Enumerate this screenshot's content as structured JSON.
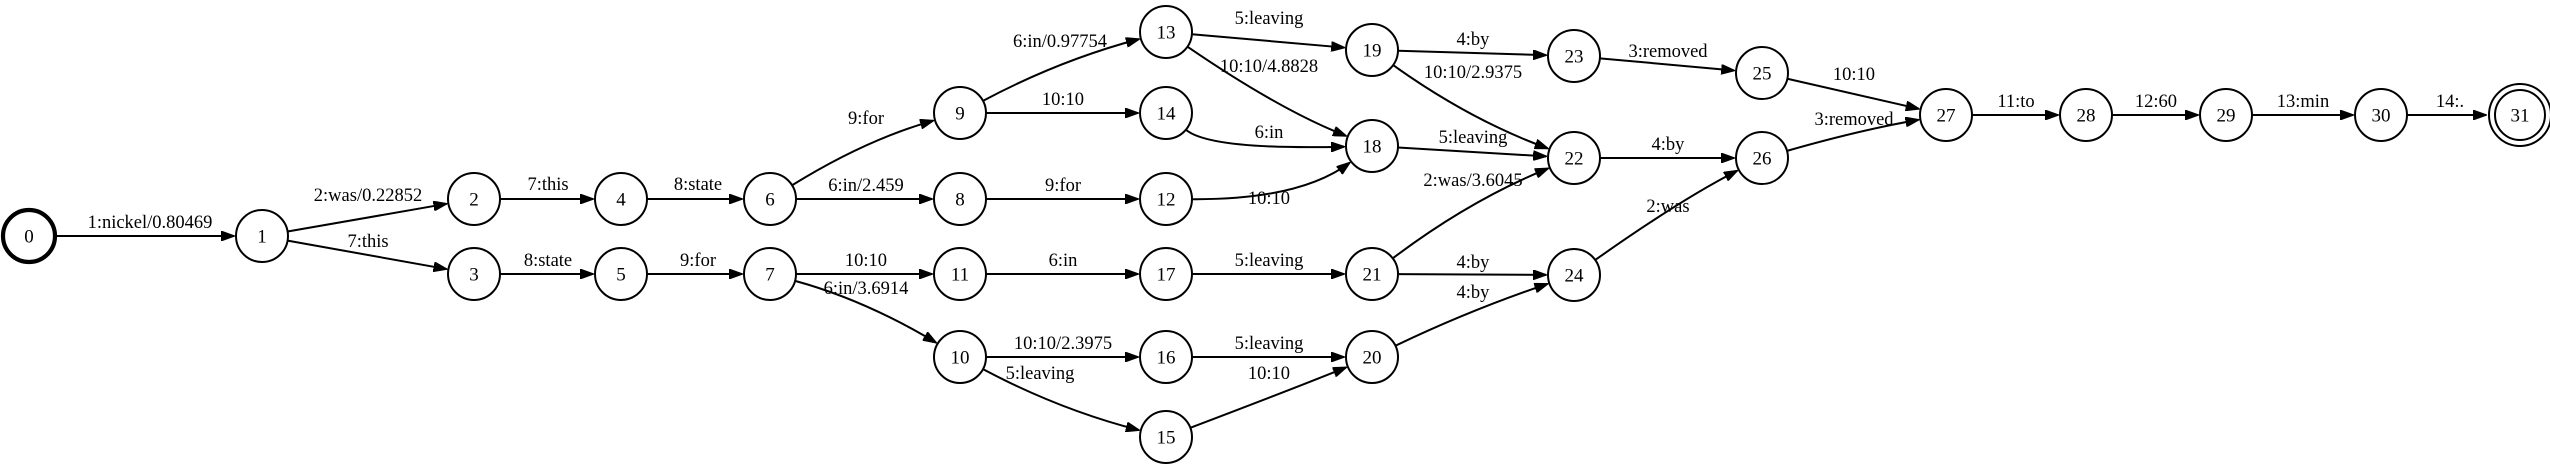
{
  "diagram": {
    "type": "finite-state-transducer",
    "start_state": "0",
    "final_states": [
      "31"
    ],
    "states": [
      "0",
      "1",
      "2",
      "3",
      "4",
      "5",
      "6",
      "7",
      "8",
      "9",
      "10",
      "11",
      "12",
      "13",
      "14",
      "15",
      "16",
      "17",
      "18",
      "19",
      "20",
      "21",
      "22",
      "23",
      "24",
      "25",
      "26",
      "27",
      "28",
      "29",
      "30",
      "31"
    ],
    "edges": [
      {
        "from": "0",
        "to": "1",
        "label": "1:nickel/0.80469"
      },
      {
        "from": "1",
        "to": "2",
        "label": "2:was/0.22852"
      },
      {
        "from": "1",
        "to": "3",
        "label": "7:this"
      },
      {
        "from": "2",
        "to": "4",
        "label": "7:this"
      },
      {
        "from": "3",
        "to": "5",
        "label": "8:state"
      },
      {
        "from": "4",
        "to": "6",
        "label": "8:state"
      },
      {
        "from": "5",
        "to": "7",
        "label": "9:for"
      },
      {
        "from": "6",
        "to": "9",
        "label": "9:for"
      },
      {
        "from": "6",
        "to": "8",
        "label": "6:in/2.459"
      },
      {
        "from": "7",
        "to": "11",
        "label": "10:10"
      },
      {
        "from": "7",
        "to": "10",
        "label": "6:in/3.6914"
      },
      {
        "from": "9",
        "to": "13",
        "label": "6:in/0.97754"
      },
      {
        "from": "9",
        "to": "14",
        "label": "10:10"
      },
      {
        "from": "8",
        "to": "12",
        "label": "9:for"
      },
      {
        "from": "10",
        "to": "16",
        "label": "10:10/2.3975"
      },
      {
        "from": "10",
        "to": "15",
        "label": "5:leaving"
      },
      {
        "from": "11",
        "to": "17",
        "label": "6:in"
      },
      {
        "from": "13",
        "to": "19",
        "label": "5:leaving"
      },
      {
        "from": "13",
        "to": "18",
        "label": "10:10/4.8828"
      },
      {
        "from": "14",
        "to": "18",
        "label": "6:in"
      },
      {
        "from": "12",
        "to": "18",
        "label": "10:10"
      },
      {
        "from": "16",
        "to": "20",
        "label": "5:leaving"
      },
      {
        "from": "15",
        "to": "20",
        "label": "10:10"
      },
      {
        "from": "17",
        "to": "21",
        "label": "5:leaving"
      },
      {
        "from": "19",
        "to": "23",
        "label": "4:by"
      },
      {
        "from": "19",
        "to": "22",
        "label": "10:10/2.9375"
      },
      {
        "from": "18",
        "to": "22",
        "label": "5:leaving"
      },
      {
        "from": "21",
        "to": "22",
        "label": "2:was/3.6045"
      },
      {
        "from": "21",
        "to": "24",
        "label": "4:by"
      },
      {
        "from": "20",
        "to": "24",
        "label": "4:by"
      },
      {
        "from": "23",
        "to": "25",
        "label": "3:removed"
      },
      {
        "from": "22",
        "to": "26",
        "label": "4:by"
      },
      {
        "from": "24",
        "to": "26",
        "label": "2:was"
      },
      {
        "from": "25",
        "to": "27",
        "label": "10:10"
      },
      {
        "from": "26",
        "to": "27",
        "label": "3:removed"
      },
      {
        "from": "27",
        "to": "28",
        "label": "11:to"
      },
      {
        "from": "28",
        "to": "29",
        "label": "12:60"
      },
      {
        "from": "29",
        "to": "30",
        "label": "13:min"
      },
      {
        "from": "30",
        "to": "31",
        "label": "14:."
      }
    ]
  }
}
